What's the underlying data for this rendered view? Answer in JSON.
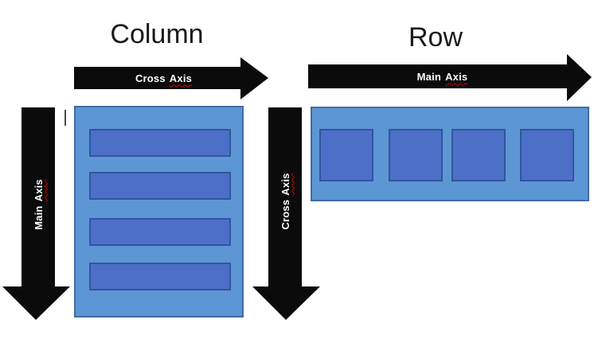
{
  "column_section": {
    "title": "Column",
    "cross_axis_arrow": {
      "word1": "Cross",
      "word2": "Axis",
      "direction": "right"
    },
    "main_axis_arrow": {
      "word1": "Main",
      "word2": "Axis",
      "direction": "down"
    },
    "cross_axis_arrow_vertical": {
      "word1": "Cross",
      "word2": "Axis",
      "direction": "down"
    },
    "item_count": 4
  },
  "row_section": {
    "title": "Row",
    "main_axis_arrow": {
      "word1": "Main",
      "word2": "Axis",
      "direction": "right"
    },
    "item_count": 4
  },
  "colors": {
    "background": "#ffffff",
    "arrow_fill": "#0b0b0b",
    "arrow_label_text": "#ffffff",
    "spellcheck_underline": "#d40000",
    "container_fill": "#5C96D4",
    "container_border": "#426BA6",
    "item_fill": "#4C70C8",
    "item_border": "#35549C",
    "title_text": "#1a1a1a"
  }
}
